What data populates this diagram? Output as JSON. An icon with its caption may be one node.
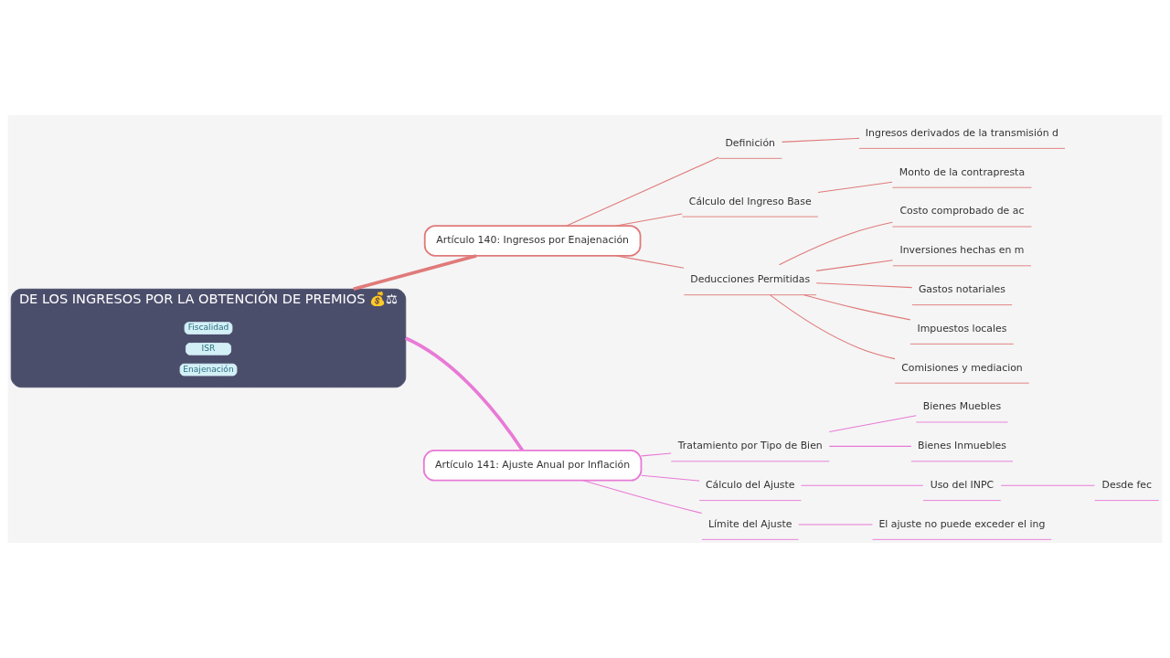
{
  "diagram": {
    "nodes": [
      {
        "text": [
          "DE LOS INGRESOS POR LA OBTENCIÓN DE PREMIOS 💰⚖"
        ]
      },
      {
        "text": [
          "Fiscalidad"
        ],
        "in": 0
      },
      {
        "text": [
          "ISR"
        ],
        "in": 0
      },
      {
        "text": [
          "Enajenación"
        ],
        "in": 0
      },
      {
        "text": [
          "Artículo 140: Ingresos por Enajenación"
        ]
      },
      {
        "text": [
          "Definición"
        ]
      },
      {
        "text": [
          "Ingresos derivados de la transmisión d"
        ]
      },
      {
        "text": [
          "Cálculo del Ingreso Base"
        ]
      },
      {
        "text": [
          "Monto de la contrapresta"
        ]
      },
      {
        "text": [
          "Deducciones Permitidas"
        ]
      },
      {
        "text": [
          "Costo comprobado de ac"
        ]
      },
      {
        "text": [
          "Inversiones hechas en m"
        ]
      },
      {
        "text": [
          "Gastos notariales"
        ]
      },
      {
        "text": [
          "Impuestos locales"
        ]
      },
      {
        "text": [
          "Comisiones y mediacion"
        ]
      },
      {
        "text": [
          "Artículo 141: Ajuste Anual por Inflación"
        ]
      },
      {
        "text": [
          "Tratamiento por Tipo de Bien"
        ]
      },
      {
        "text": [
          "Bienes Muebles"
        ]
      },
      {
        "text": [
          "Bienes Inmuebles"
        ]
      },
      {
        "text": [
          "Cálculo del Ajuste"
        ]
      },
      {
        "text": [
          "Uso del INPC"
        ]
      },
      {
        "text": [
          "Desde fec"
        ]
      },
      {
        "text": [
          "Límite del Ajuste"
        ]
      },
      {
        "text": [
          "El ajuste no puede exceder el ing"
        ]
      }
    ],
    "edges": [
      {
        "from": 0,
        "to": 4,
        "arrow": "none",
        "style": "thick"
      },
      {
        "from": 4,
        "to": 5,
        "arrow": "none"
      },
      {
        "from": 5,
        "to": 6,
        "arrow": "none"
      },
      {
        "from": 4,
        "to": 7,
        "arrow": "none"
      },
      {
        "from": 7,
        "to": 8,
        "arrow": "none"
      },
      {
        "from": 4,
        "to": 9,
        "arrow": "none"
      },
      {
        "from": 9,
        "to": 10,
        "arrow": "none"
      },
      {
        "from": 9,
        "to": 11,
        "arrow": "none"
      },
      {
        "from": 9,
        "to": 12,
        "arrow": "none"
      },
      {
        "from": 9,
        "to": 13,
        "arrow": "none"
      },
      {
        "from": 9,
        "to": 14,
        "arrow": "none"
      },
      {
        "from": 0,
        "to": 15,
        "arrow": "none",
        "style": "thick",
        "color": "#e87ad6"
      },
      {
        "from": 15,
        "to": 16,
        "arrow": "none",
        "color": "#e87ad6"
      },
      {
        "from": 16,
        "to": 17,
        "arrow": "none",
        "color": "#e87ad6"
      },
      {
        "from": 16,
        "to": 18,
        "arrow": "none",
        "color": "#e87ad6"
      },
      {
        "from": 15,
        "to": 19,
        "arrow": "none",
        "color": "#e87ad6"
      },
      {
        "from": 19,
        "to": 20,
        "arrow": "none",
        "color": "#e87ad6"
      },
      {
        "from": 20,
        "to": 21,
        "arrow": "none",
        "color": "#e87ad6"
      },
      {
        "from": 15,
        "to": 22,
        "arrow": "none",
        "color": "#e87ad6"
      },
      {
        "from": 22,
        "to": 23,
        "arrow": "none",
        "color": "#e87ad6"
      }
    ]
  }
}
